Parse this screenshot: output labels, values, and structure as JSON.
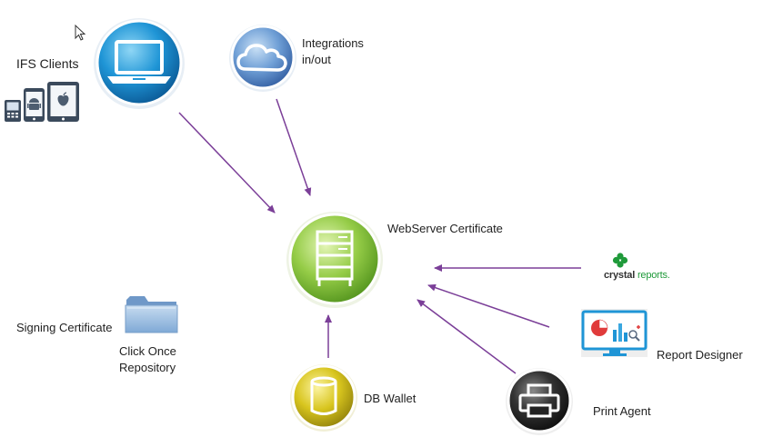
{
  "colors": {
    "arrow": "#7b3f98",
    "laptop_node": "#1a8fd0",
    "cloud_node": "#5a8fcf",
    "server_node": "#8cc63e",
    "wallet_node": "#d4c21a",
    "printer_node": "#2a2a2a",
    "folder": "#8fb6de",
    "crystal_green": "#1f9a3a"
  },
  "nodes": {
    "clients": {
      "label": "IFS Clients",
      "icon": "laptop-icon"
    },
    "integrations": {
      "label_line1": "Integrations",
      "label_line2": "in/out",
      "icon": "cloud-icon"
    },
    "webserver": {
      "label": "WebServer Certificate",
      "icon": "server-icon"
    },
    "wallet": {
      "label": "DB Wallet",
      "icon": "database-icon"
    },
    "print_agent": {
      "label": "Print Agent",
      "icon": "printer-icon"
    },
    "report_designer": {
      "label": "Report Designer",
      "icon": "report-chart-icon"
    },
    "crystal": {
      "word1": "crystal",
      "word2": "reports.",
      "icon": "crystal-logo-icon"
    },
    "signing": {
      "label": "Signing Certificate"
    },
    "click_once": {
      "label_line1": "Click Once",
      "label_line2": "Repository",
      "icon": "folder-icon"
    }
  },
  "devices": [
    "blackberry-icon",
    "android-phone-icon",
    "apple-tablet-icon"
  ]
}
